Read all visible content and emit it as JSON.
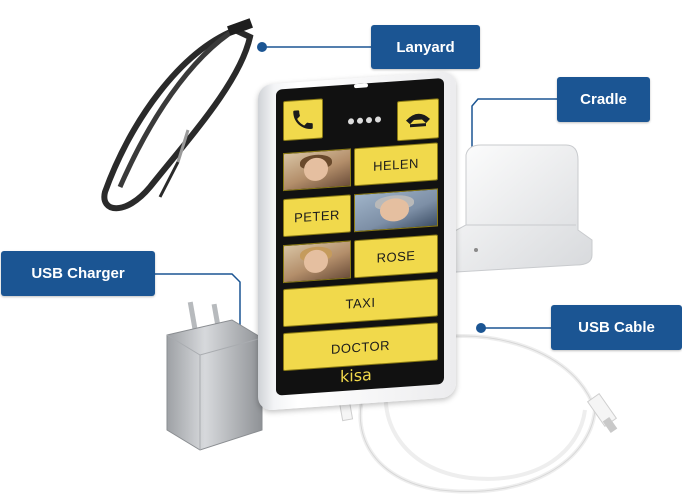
{
  "callouts": {
    "lanyard": "Lanyard",
    "cradle": "Cradle",
    "usb_charger": "USB Charger",
    "usb_cable": "USB Cable"
  },
  "phone": {
    "contacts": [
      "HELEN",
      "PETER",
      "ROSE",
      "TAXI",
      "DOCTOR"
    ],
    "brand": "kisa",
    "call_icon": "phone-call-icon",
    "hangup_icon": "phone-hangup-icon"
  },
  "colors": {
    "callout_bg": "#1b5593",
    "tile_yellow": "#f1d94b",
    "screen_black": "#111111"
  }
}
